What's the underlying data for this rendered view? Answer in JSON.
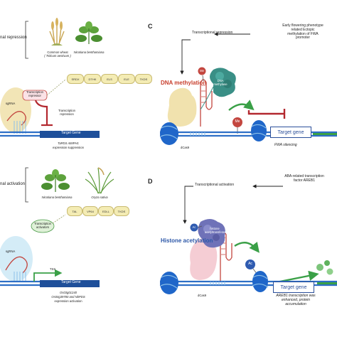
{
  "panel_c": {
    "letter": "C",
    "input_label": "Early flowering phenotype related Ectopic methylation of FWA promoter",
    "regulation": "Transcriptional repression",
    "mechanism": "DNA methylation",
    "me_small": "Me",
    "me_large": "Me",
    "enzyme": "DNA methylase",
    "target": "Target gene",
    "dcas9": "dCas9",
    "outcome": "FWA silencing"
  },
  "panel_d": {
    "letter": "D",
    "input_label": "ABA-related transcription factor AREB1",
    "regulation": "Transcriptional activation",
    "mechanism": "Histone acetylation",
    "ac_small": "Ac",
    "ac_large": "Ac",
    "enzyme": "histone acetyltransferase",
    "target": "Target gene",
    "dcas9": "dCas9",
    "outcome": "AREB1 transcription was enhanced, protein accumulation"
  },
  "panel_a": {
    "regulation": "nal repression",
    "plant1_name": "Common wheat",
    "plant1_species": "( Triticum aestivum )",
    "plant2_name": "Nicotiana benthamiana",
    "domains": [
      "SRDX",
      "DTHK",
      "ELS",
      "ELE",
      "TKDS"
    ],
    "sgrna": "sgRNA",
    "repressor": "Transcription repressor",
    "effect": "Transcription repression",
    "target": "Target Gene",
    "outcome_gene": "TaPDS AtMPH1",
    "outcome_text": "expression suppression"
  },
  "panel_b": {
    "regulation": "nal activation",
    "plant1_name": "Nicotiana benthamiana",
    "plant2_name": "Oryza sativa",
    "domains": [
      "TAL",
      "VP64",
      "EDLL",
      "TKDS"
    ],
    "sgrna": "sgRNA",
    "activator": "Transcription activators",
    "tss": "TSS",
    "target": "Target Gene",
    "outcome_gene": "Os03g01240",
    "outcome_gene2": "Os04g39780 and NbPDS",
    "outcome_text": "expression activation"
  },
  "colors": {
    "dna_blue": "#2e6fc6",
    "nucleosome": "#1f66c9",
    "dcas9_cream": "#f1e2ae",
    "dcas9_pink": "#f4c8cf",
    "methylase": "#3a8f86",
    "acetyltransferase": "#6f72b8",
    "mark_red": "#c3463f",
    "mark_blue": "#2f5bb0",
    "title_red": "#c8402e",
    "title_blue": "#2c57a8",
    "arrow_green": "#3aa047",
    "repress_red": "#b3282f"
  }
}
